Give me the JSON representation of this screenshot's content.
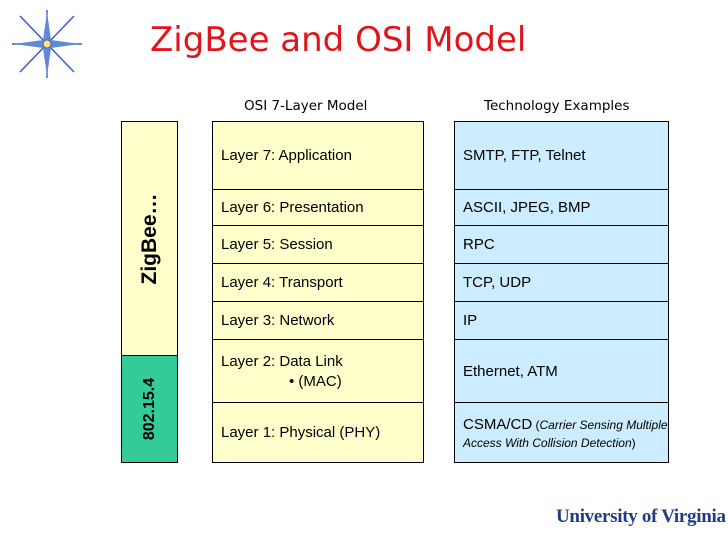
{
  "title": "ZigBee and OSI Model",
  "column_headers": {
    "osi": "OSI 7-Layer Model",
    "tech": "Technology Examples"
  },
  "stack_labels": {
    "zigbee": "ZigBee…",
    "ieee": "802.15.4"
  },
  "osi_layers": [
    {
      "label": "Layer 7: Application"
    },
    {
      "label": "Layer 6: Presentation"
    },
    {
      "label": "Layer 5: Session"
    },
    {
      "label": "Layer 4: Transport"
    },
    {
      "label": "Layer 3: Network"
    },
    {
      "label": "Layer 2: Data Link",
      "sub": "• (MAC)"
    },
    {
      "label": "Layer 1: Physical (PHY)"
    }
  ],
  "tech_examples": [
    {
      "text": "SMTP, FTP, Telnet"
    },
    {
      "text": "ASCII, JPEG, BMP"
    },
    {
      "text": "RPC"
    },
    {
      "text": "TCP, UDP"
    },
    {
      "text": "IP"
    },
    {
      "text": "Ethernet, ATM"
    },
    {
      "text": "CSMA/CD",
      "paren_open": " (",
      "note": "Carrier Sensing Multiple Access With Collision Detection",
      "paren_close": ")"
    }
  ],
  "logo": {
    "text": "University of Virginia"
  },
  "colors": {
    "title": "#e0151b",
    "osi_fill": "#ffffcc",
    "tech_fill": "#ccecff",
    "zigbee_fill": "#ffffcc",
    "ieee_fill": "#33cc99",
    "logo": "#1f3c88"
  },
  "icons": {
    "corner": "compass-star-icon"
  }
}
